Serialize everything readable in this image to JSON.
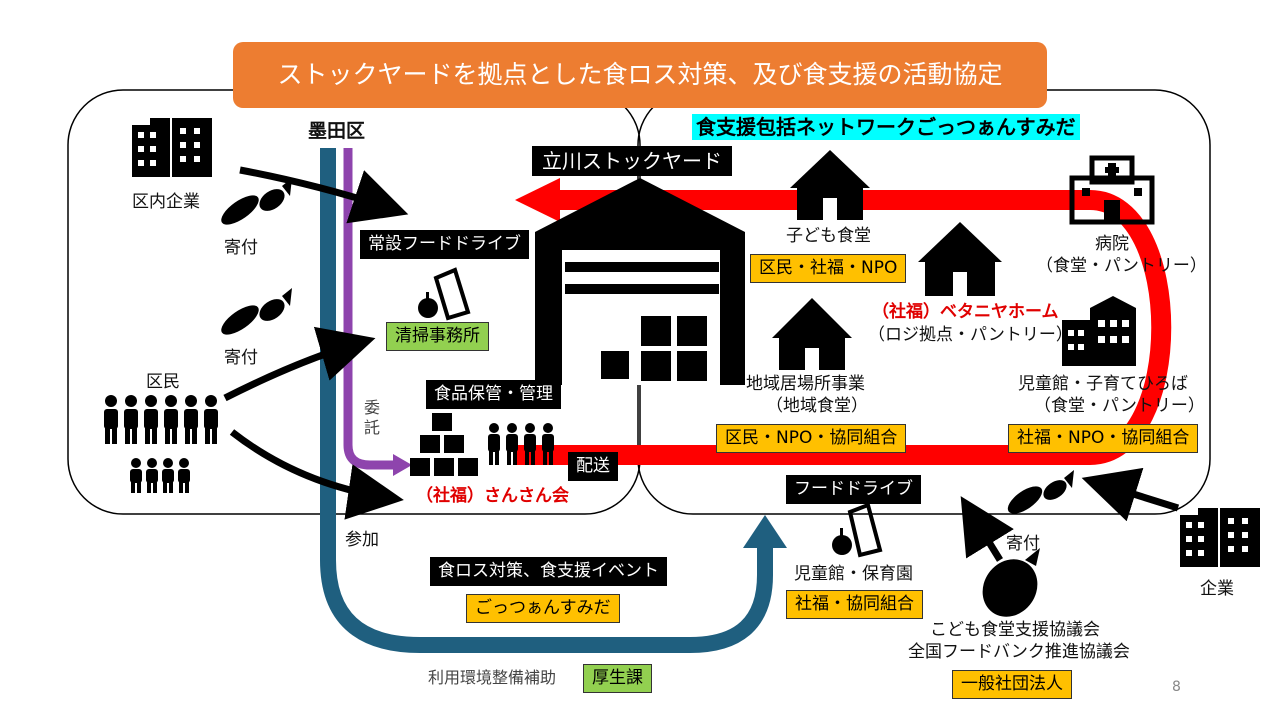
{
  "title": "ストックヤードを拠点とした食ロス対策、及び食支援の活動協定",
  "left_area": {
    "district": "墨田区",
    "local_companies": "区内企業",
    "donation_1": "寄付",
    "donation_2": "寄付",
    "residents": "区民",
    "participation": "参加",
    "consignment": "委託",
    "permanent_food_drive": "常設フードドライブ",
    "cleaning_office": "清掃事務所",
    "food_storage": "食品保管・管理",
    "sansankai": "（社福）さんさん会",
    "delivery": "配送",
    "event": "食ロス対策、食支援イベント",
    "gottsuan_tag": "ごっつぁんすみだ",
    "subsidy": "利用環境整備補助",
    "welfare_section": "厚生課"
  },
  "center": {
    "stockyard": "立川ストックヤード"
  },
  "right_area": {
    "network": "食支援包括ネットワークごっつぁんすみだ",
    "kodomo_shokudo": "子ども食堂",
    "kodomo_tag": "区民・社福・NPO",
    "hospital_1": "病院",
    "hospital_2": "（食堂・パントリー）",
    "betania_1": "（社福）ベタニヤホーム",
    "betania_2": "（ロジ拠点・パントリー）",
    "ibasho_1": "地域居場所事業",
    "ibasho_2": "（地域食堂）",
    "ibasho_tag": "区民・NPO・協同組合",
    "jidokan_1": "児童館・子育てひろば",
    "jidokan_2": "（食堂・パントリー）",
    "jidokan_tag": "社福・NPO・協同組合",
    "food_drive": "フードドライブ",
    "nursery": "児童館・保育園",
    "nursery_tag": "社福・協同組合",
    "donation": "寄付",
    "companies": "企業",
    "council_1": "こども食堂支援協議会",
    "council_2": "全国フードバンク推進協議会",
    "corp_tag": "一般社団法人"
  },
  "page_number": "8",
  "colors": {
    "title_orange": "#ed7d31",
    "network_cyan": "#00ffff",
    "red_flow": "#ff0000",
    "blue_flow": "#1f5f7f",
    "purple_flow": "#8e44ad",
    "tag_orange": "#ffc000",
    "tag_green": "#92d050"
  }
}
